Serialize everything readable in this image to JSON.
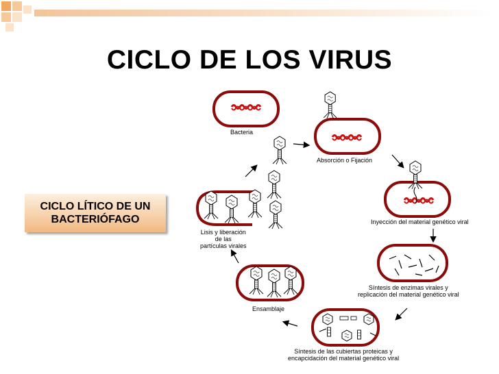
{
  "title": "CICLO DE LOS VIRUS",
  "label_box": {
    "line1": "CICLO LÍTICO DE UN",
    "line2": "BACTERIÓFAGO"
  },
  "captions": {
    "bacteria": "Bacteria",
    "absorcion": "Absorción o Fijación",
    "inyeccion": "Inyección del material genético viral",
    "sintesis_enzimas_1": "Síntesis de enzimas virales y",
    "sintesis_enzimas_2": "replicación del material genético viral",
    "sintesis_cubiertas_1": "Síntesis de las cubiertas proteicas y",
    "sintesis_cubiertas_2": "encapcidación del material genético viral",
    "ensamblaje": "Ensamblaje",
    "lisis_1": "Lisis y liberación",
    "lisis_2": "de las",
    "lisis_3": "partículas virales"
  },
  "colors": {
    "cell_outline": "#8b0a0a",
    "dna": "#cc1111",
    "accent_bar": "#f3c499",
    "accent_square": "#f0a860"
  }
}
